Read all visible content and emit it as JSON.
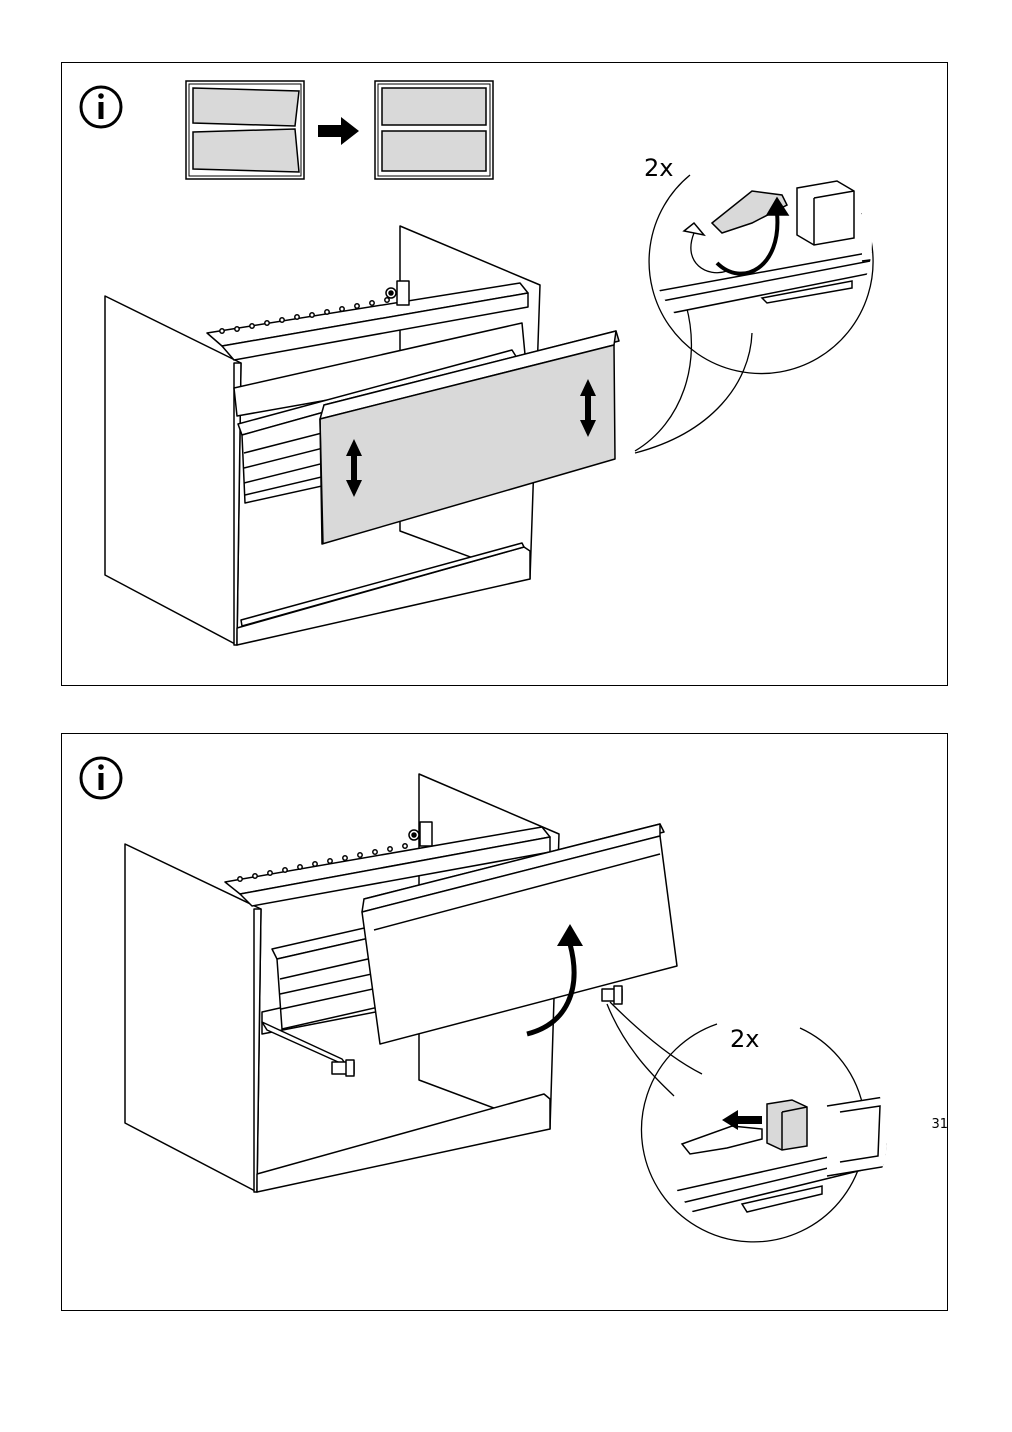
{
  "page": {
    "number": "31"
  },
  "step_top": {
    "info_icon": "info-icon",
    "callout_count": "2x",
    "action": "adjust-drawer-front-height"
  },
  "step_bottom": {
    "info_icon": "info-icon",
    "callout_count": "2x",
    "action": "tilt-and-remove-drawer-front"
  },
  "colors": {
    "fill_gray": "#d9d9d9",
    "stroke": "#000000",
    "background": "#ffffff"
  }
}
